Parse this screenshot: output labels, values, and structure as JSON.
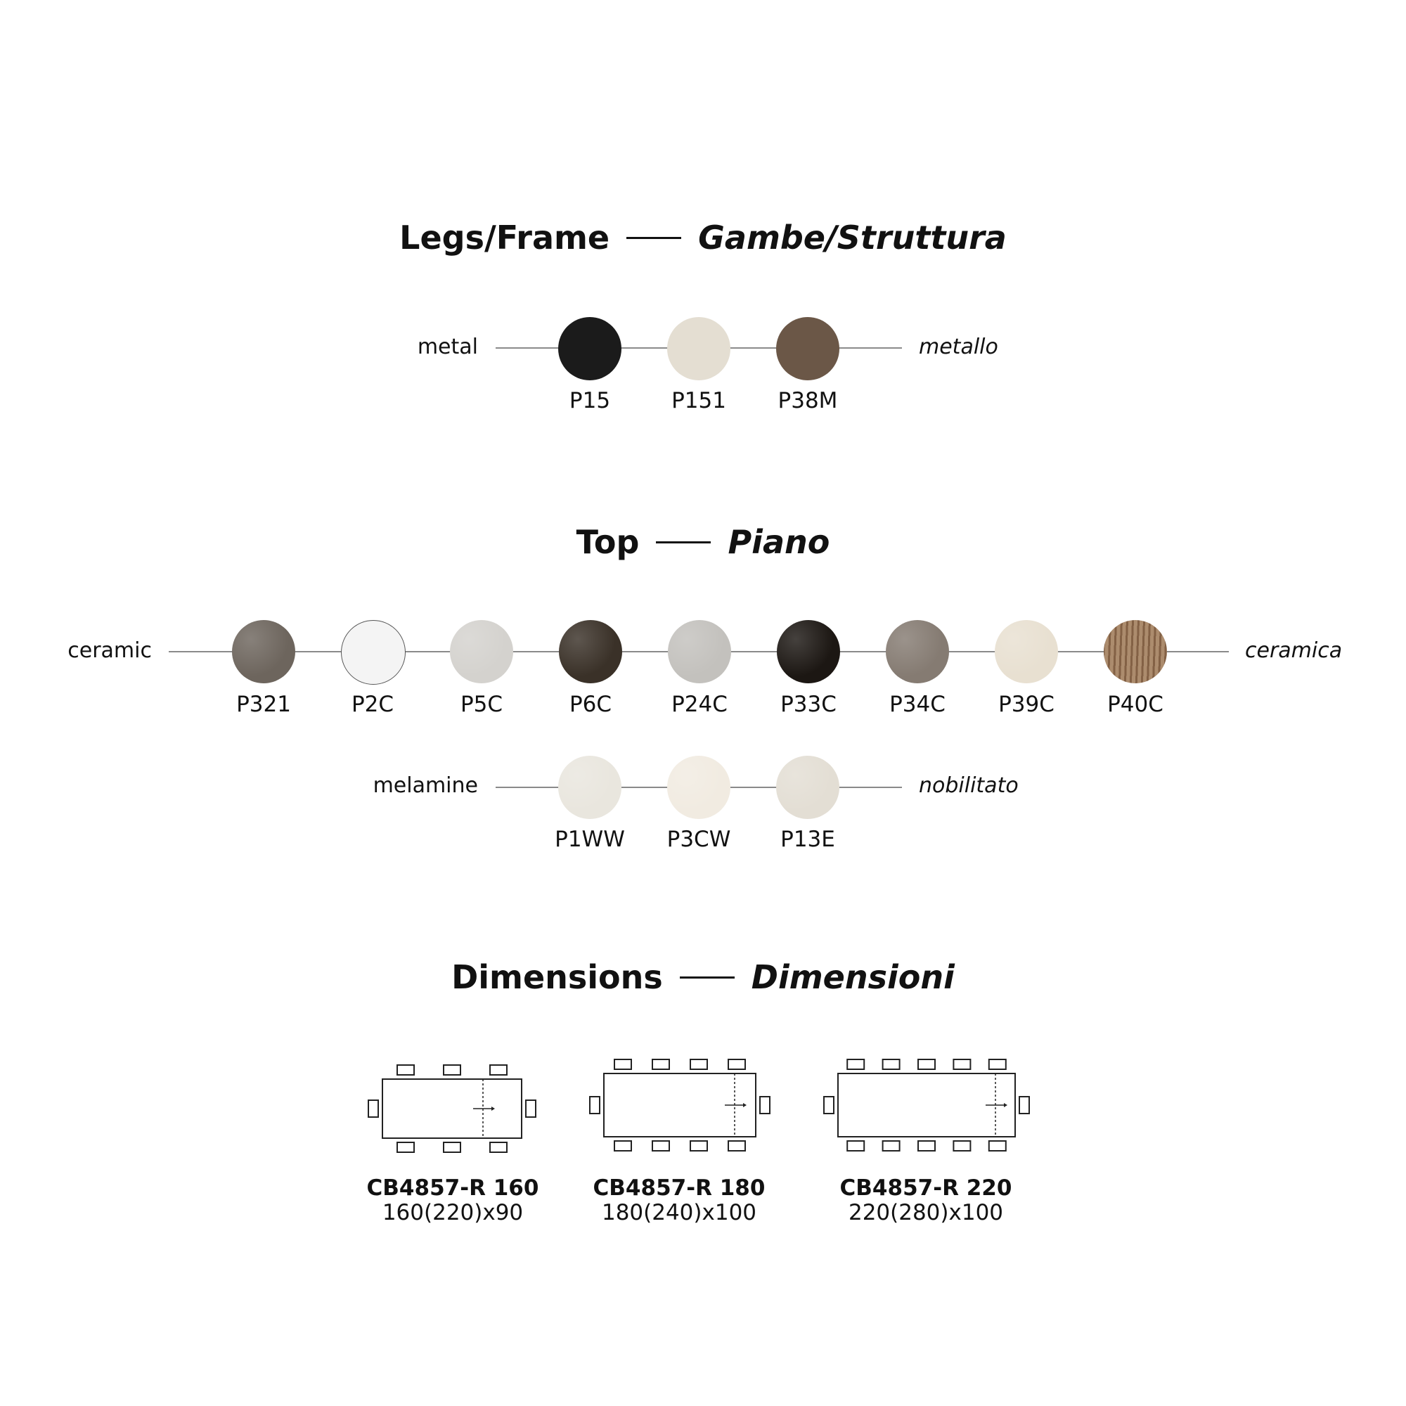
{
  "legs": {
    "title_en": "Legs/Frame",
    "title_it": "Gambe/Struttura",
    "metal_en": "metal",
    "metal_it": "metallo",
    "swatches": [
      {
        "code": "P15",
        "color": "#1b1b1b"
      },
      {
        "code": "P151",
        "color": "#e4ded2"
      },
      {
        "code": "P38M",
        "color": "#6b5747"
      }
    ]
  },
  "top": {
    "title_en": "Top",
    "title_it": "Piano",
    "ceramic_en": "ceramic",
    "ceramic_it": "ceramica",
    "ceramic_swatches": [
      {
        "code": "P321",
        "color": "#6d655d"
      },
      {
        "code": "P2C",
        "color": "#f4f4f4"
      },
      {
        "code": "P5C",
        "color": "#d4d2ce"
      },
      {
        "code": "P6C",
        "color": "#3a3128"
      },
      {
        "code": "P24C",
        "color": "#c3c1bd"
      },
      {
        "code": "P33C",
        "color": "#1c1713"
      },
      {
        "code": "P34C",
        "color": "#857b72"
      },
      {
        "code": "P39C",
        "color": "#e8e0d1"
      },
      {
        "code": "P40C",
        "color": "#9e7a5a"
      }
    ],
    "melamine_en": "melamine",
    "melamine_it": "nobilitato",
    "melamine_swatches": [
      {
        "code": "P1WW",
        "color": "#e9e6de"
      },
      {
        "code": "P3CW",
        "color": "#f1ebe1"
      },
      {
        "code": "P13E",
        "color": "#e3ded4"
      }
    ]
  },
  "dimensions": {
    "title_en": "Dimensions",
    "title_it": "Dimensioni",
    "models": [
      {
        "name": "CB4857-R 160",
        "size": "160(220)x90",
        "seats_per_side": 3
      },
      {
        "name": "CB4857-R 180",
        "size": "180(240)x100",
        "seats_per_side": 4
      },
      {
        "name": "CB4857-R 220",
        "size": "220(280)x100",
        "seats_per_side": 5
      }
    ]
  }
}
